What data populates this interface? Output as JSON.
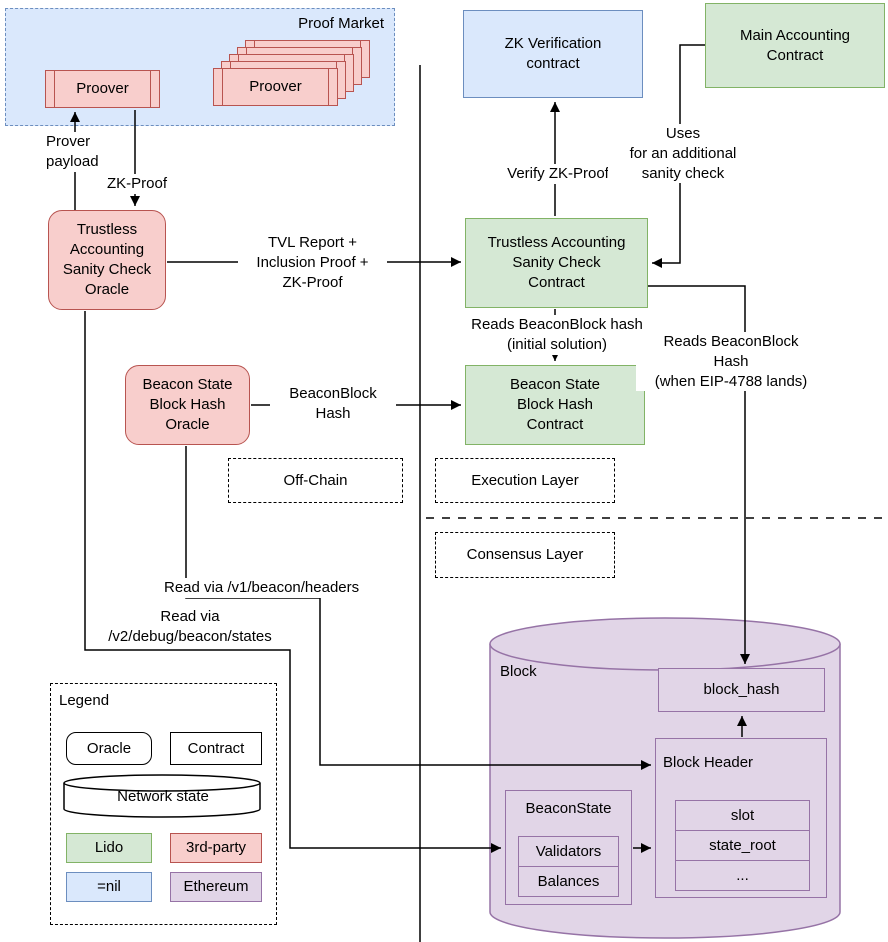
{
  "colors": {
    "lido_green_fill": "#d5e8d4",
    "lido_green_border": "#82b366",
    "third_party_red_fill": "#f8cecc",
    "third_party_red_border": "#b85450",
    "nil_blue_fill": "#dae8fc",
    "nil_blue_border": "#6c8ebf",
    "ethereum_purple_fill": "#e1d5e7",
    "ethereum_purple_border": "#9673a6"
  },
  "regions": {
    "proof_market": "Proof Market",
    "off_chain": "Off-Chain",
    "execution_layer": "Execution Layer",
    "consensus_layer": "Consensus Layer",
    "block": "Block"
  },
  "nodes": {
    "proover_single": "Proover",
    "proover_stack": "Proover",
    "zk_verification_contract": "ZK Verification\ncontract",
    "main_accounting_contract": "Main Accounting\nContract",
    "tasc_oracle": "Trustless\nAccounting\nSanity Check\nOracle",
    "tasc_contract": "Trustless Accounting\nSanity Check\nContract",
    "bsbh_oracle": "Beacon State\nBlock Hash\nOracle",
    "bsbh_contract": "Beacon State\nBlock Hash\nContract",
    "block_hash": "block_hash",
    "block_header": "Block Header",
    "slot": "slot",
    "state_root": "state_root",
    "more_fields": "...",
    "beacon_state": "BeaconState",
    "validators": "Validators",
    "balances": "Balances"
  },
  "edges": {
    "prover_payload": "Prover\npayload",
    "zk_proof": "ZK-Proof",
    "tvl_report": "TVL Report +\nInclusion Proof +\nZK-Proof",
    "verify_zk_proof": "Verify ZK-Proof",
    "uses_sanity_check": "Uses\nfor an additional\nsanity check",
    "reads_beaconblock_initial": "Reads BeaconBlock hash\n(initial solution)",
    "beaconblock_hash": "BeaconBlock\nHash",
    "reads_beaconblock_eip4788": "Reads BeaconBlock\nHash\n(when EIP-4788 lands)",
    "read_v1_headers": "Read via /v1/beacon/headers",
    "read_v2_states": "Read via\n/v2/debug/beacon/states"
  },
  "legend": {
    "title": "Legend",
    "oracle": "Oracle",
    "contract": "Contract",
    "network_state": "Network state",
    "lido": "Lido",
    "third_party": "3rd-party",
    "nil": "=nil",
    "ethereum": "Ethereum"
  }
}
